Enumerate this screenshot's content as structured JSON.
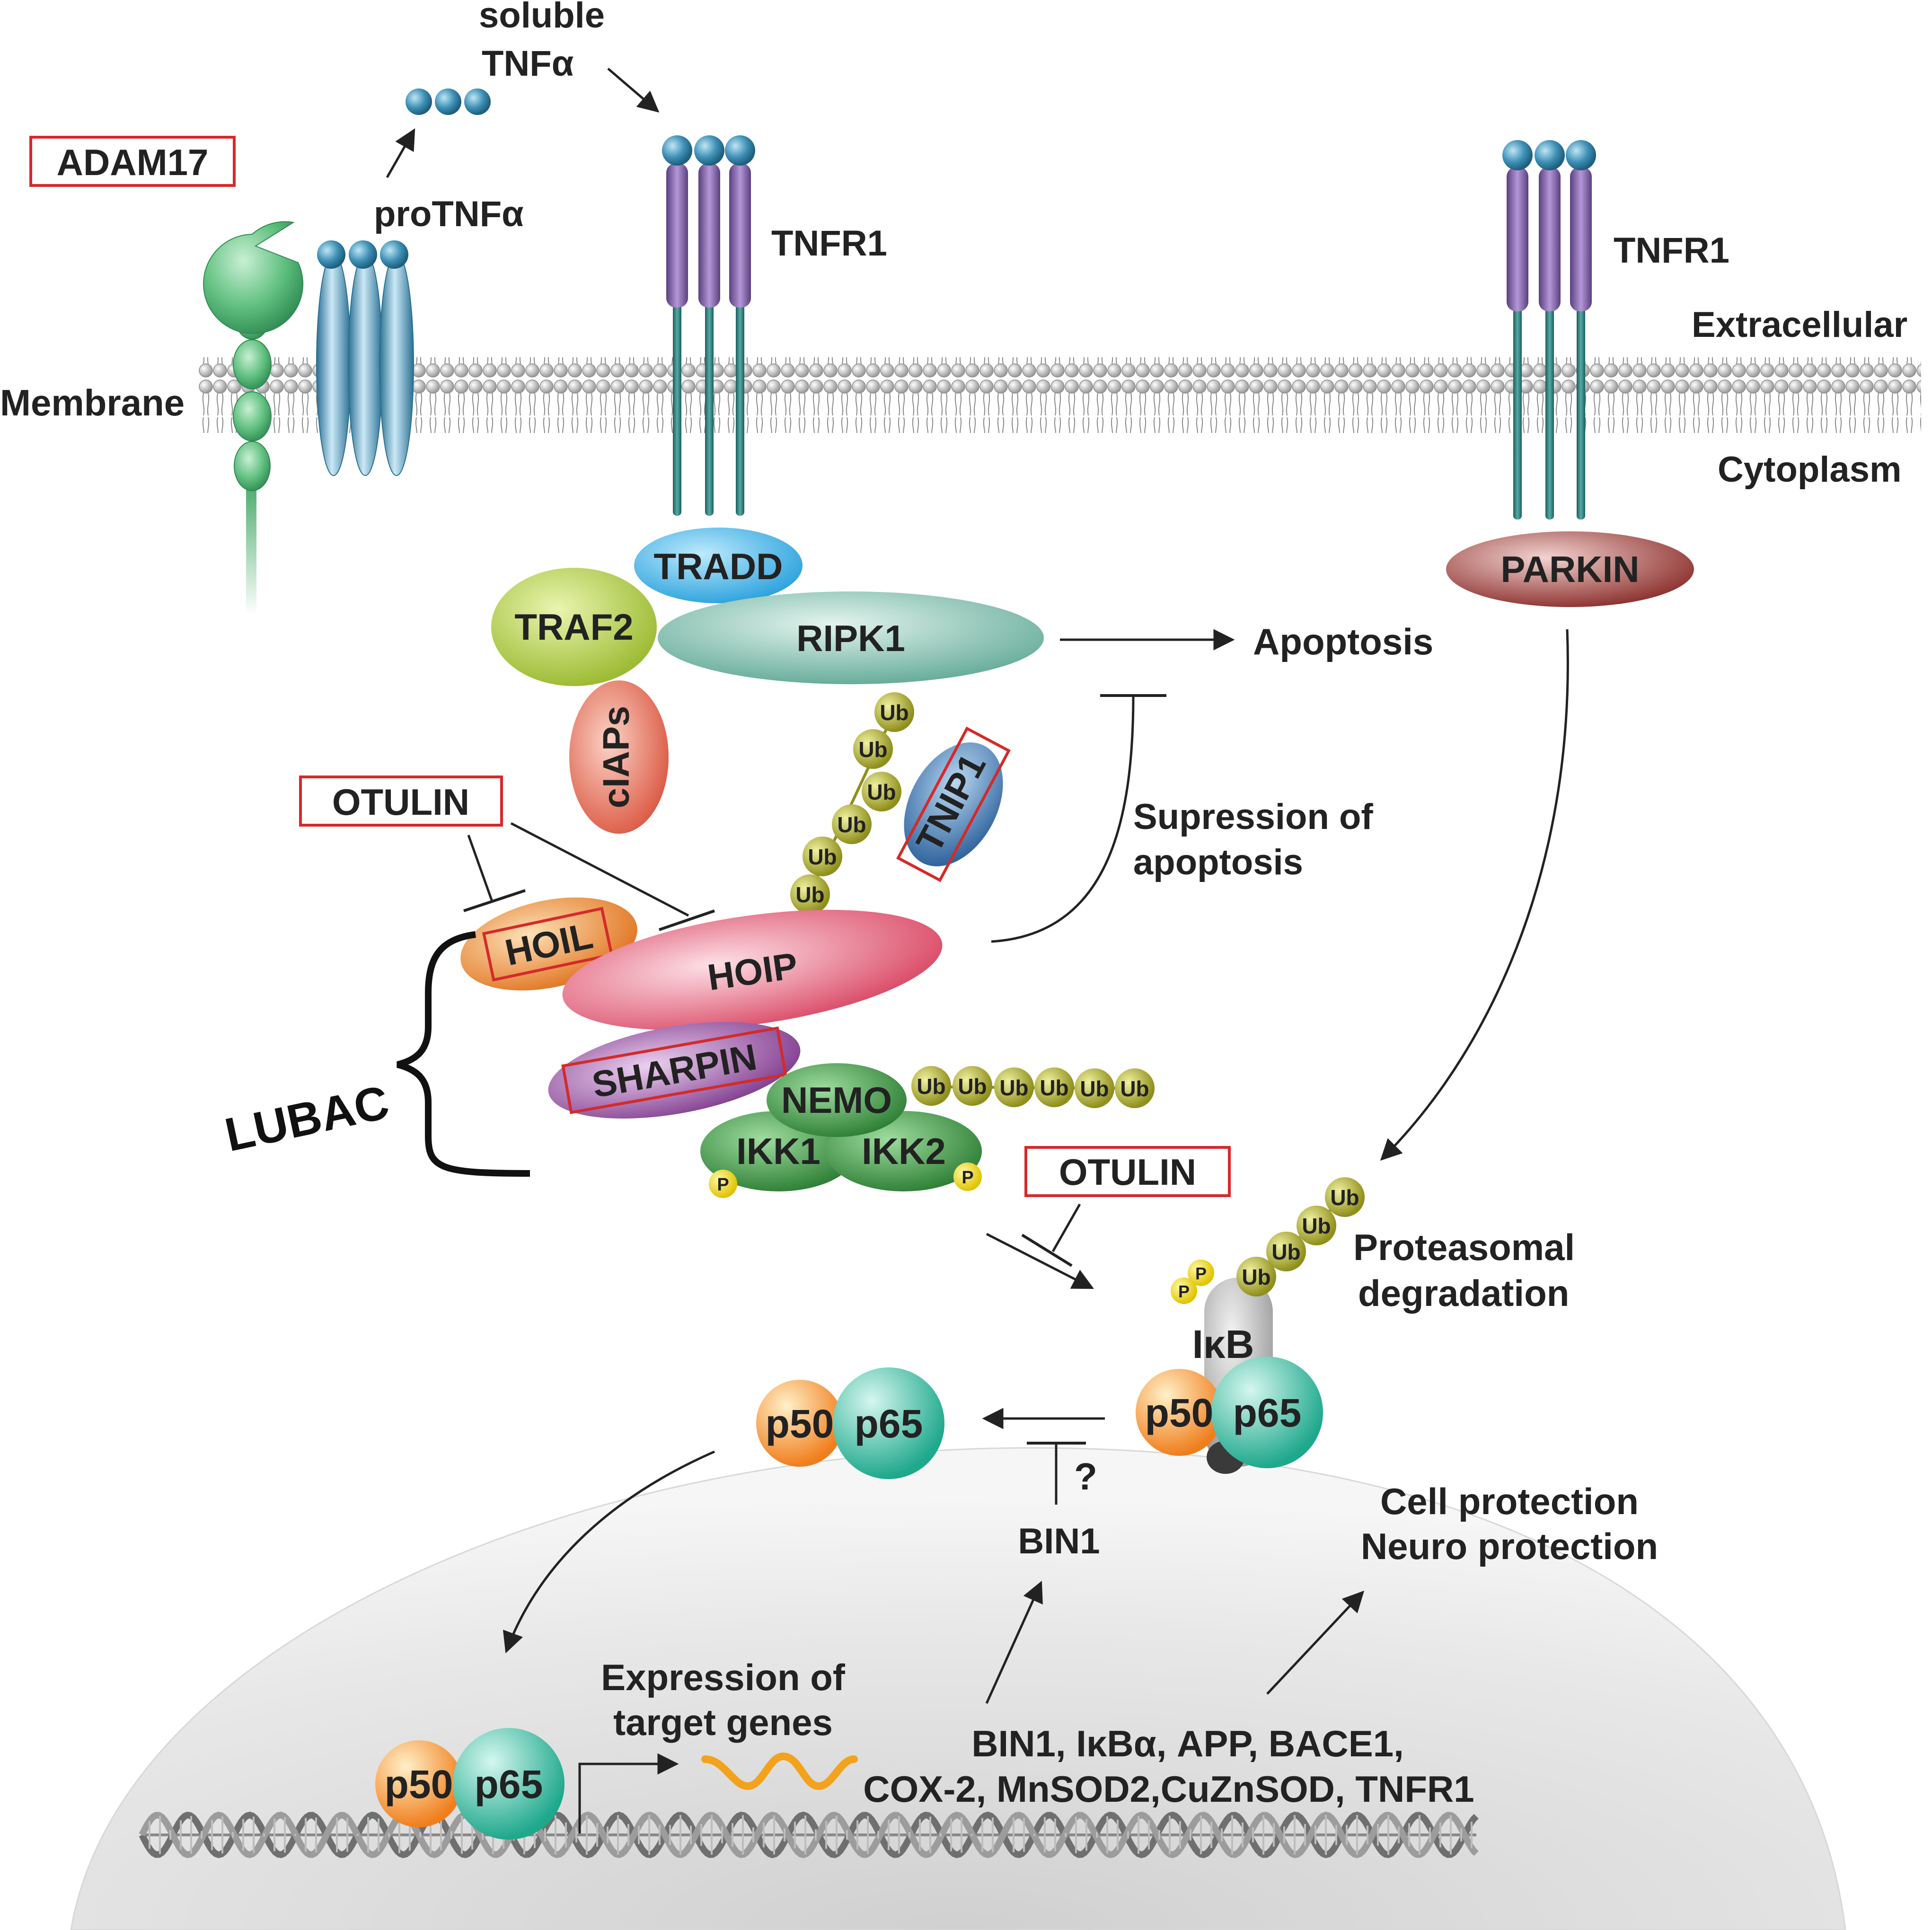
{
  "labels": {
    "soluble_line1": "soluble",
    "soluble_line2": "TNFα",
    "protnf": "proTNFα",
    "adam17": "ADAM17",
    "tnfr1_left": "TNFR1",
    "tnfr1_right": "TNFR1",
    "extracellular": "Extracellular",
    "cytoplasm": "Cytoplasm",
    "membrane": "Membrane",
    "tradd": "TRADD",
    "traf2": "TRAF2",
    "ripk1": "RIPK1",
    "ciaps": "cIAPs",
    "apoptosis": "Apoptosis",
    "parkin": "PARKIN",
    "tnip1": "TNIP1",
    "otulin_top": "OTULIN",
    "otulin_bottom": "OTULIN",
    "suppression_line1": "Supression of",
    "suppression_line2": "apoptosis",
    "hoil": "HOIL",
    "hoip": "HOIP",
    "sharpin": "SHARPIN",
    "lubac": "LUBAC",
    "nemo": "NEMO",
    "ikk1": "IKK1",
    "ikk2": "IKK2",
    "ub": "Ub",
    "p": "P",
    "proteasomal_line1": "Proteasomal",
    "proteasomal_line2": "degradation",
    "ikb": "IκB",
    "p50": "p50",
    "p65": "p65",
    "question": "?",
    "bin1": "BIN1",
    "cell_protection": "Cell protection",
    "neuro_protection": "Neuro protection",
    "expression_line1": "Expression of",
    "expression_line2": "target genes",
    "targets_line1": "BIN1, IκBα, APP, BACE1,",
    "targets_line2": "COX-2, MnSOD2,CuZnSOD, TNFR1"
  },
  "colors": {
    "highlight_box": "#d42a2a",
    "receptor_purple": "#7e5fa6",
    "transmembrane_teal": "#2b7d7a",
    "ligand_blue": "#3d8fb5",
    "adam17_green": "#5fbf7f",
    "tradd": "#48b6e8",
    "traf2": "#b9d14a",
    "ripk1": "#8fcbbd",
    "ciaps": "#e8735a",
    "parkin": "#9b3b38",
    "tnip1": "#3f7bb8",
    "hoil": "#f08a2e",
    "hoip": "#e05a78",
    "sharpin": "#8c4a9a",
    "nemo_ikk": "#3f9a46",
    "ub": "#b5b52b",
    "phospho": "#f4e21c",
    "p50": "#f29a2e",
    "p65": "#3cc3a8",
    "ikb_grey": "#bdbdbd",
    "nucleus": "#e4e4e4"
  }
}
